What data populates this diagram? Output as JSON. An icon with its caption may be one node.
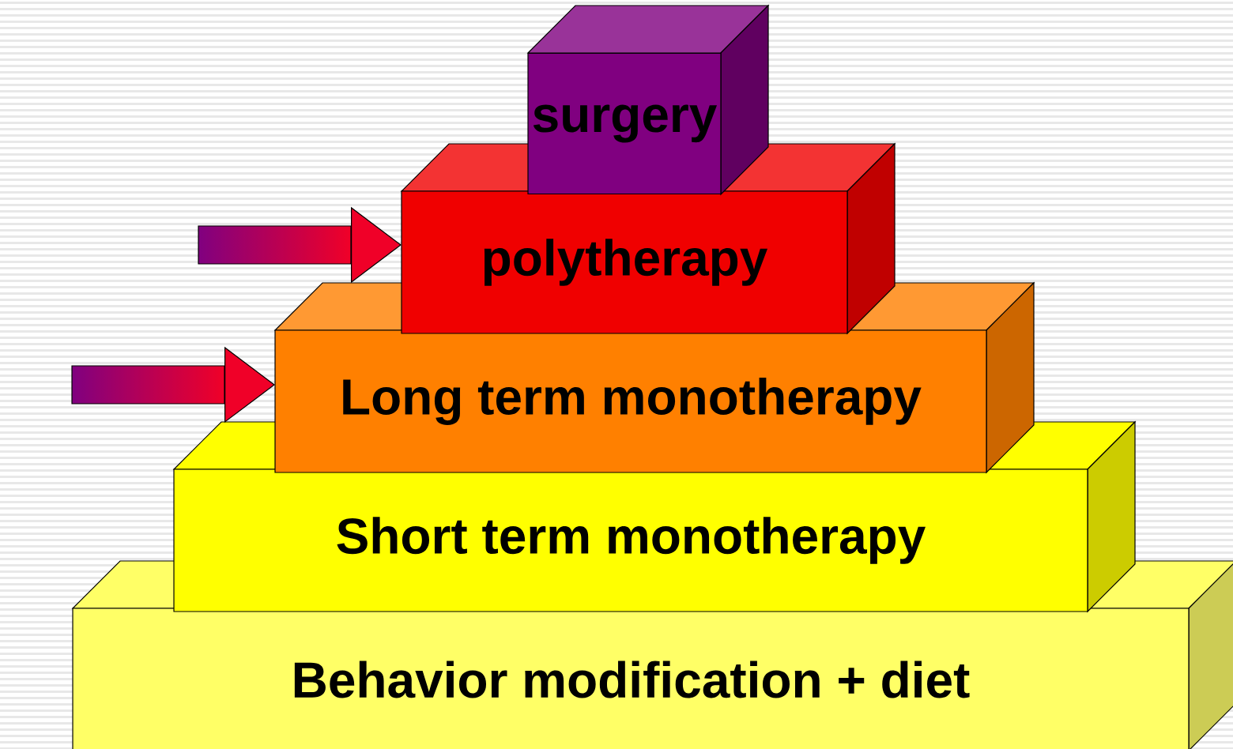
{
  "diagram": {
    "nodes": [
      {
        "text": [
          "surgery"
        ]
      },
      {
        "text": [
          "polytherapy"
        ]
      },
      {
        "text": [
          "Long term monotherapy"
        ]
      },
      {
        "text": [
          "Short term monotherapy"
        ]
      },
      {
        "text": [
          "Behavior modification + diet"
        ]
      }
    ],
    "edges": [
      {
        "from": null,
        "to": 1,
        "arrow": "to"
      },
      {
        "from": null,
        "to": 2,
        "arrow": "to"
      }
    ]
  }
}
